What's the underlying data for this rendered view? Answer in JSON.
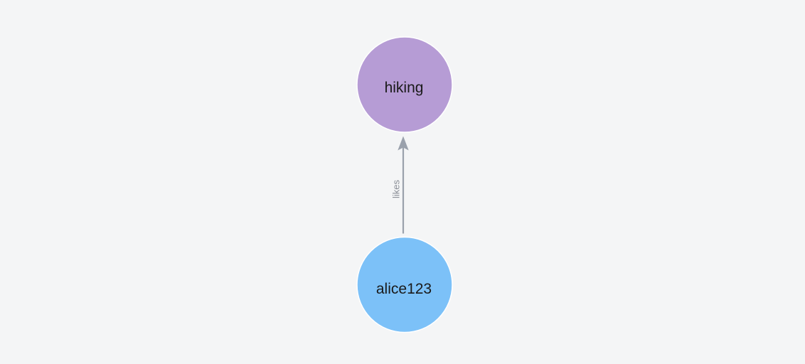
{
  "canvas": {
    "background": "#f4f5f6"
  },
  "graph": {
    "nodes": [
      {
        "id": "hiking",
        "label": "hiking",
        "color": "#b69cd5",
        "border_color": "#ffffff",
        "text_color": "#1a1a1a"
      },
      {
        "id": "alice123",
        "label": "alice123",
        "color": "#7cc1f8",
        "border_color": "#ffffff",
        "text_color": "#1a1a1a"
      }
    ],
    "edges": [
      {
        "from": "alice123",
        "to": "hiking",
        "label": "likes",
        "color": "#9aa1ac",
        "label_color": "#8a8e96"
      }
    ]
  }
}
